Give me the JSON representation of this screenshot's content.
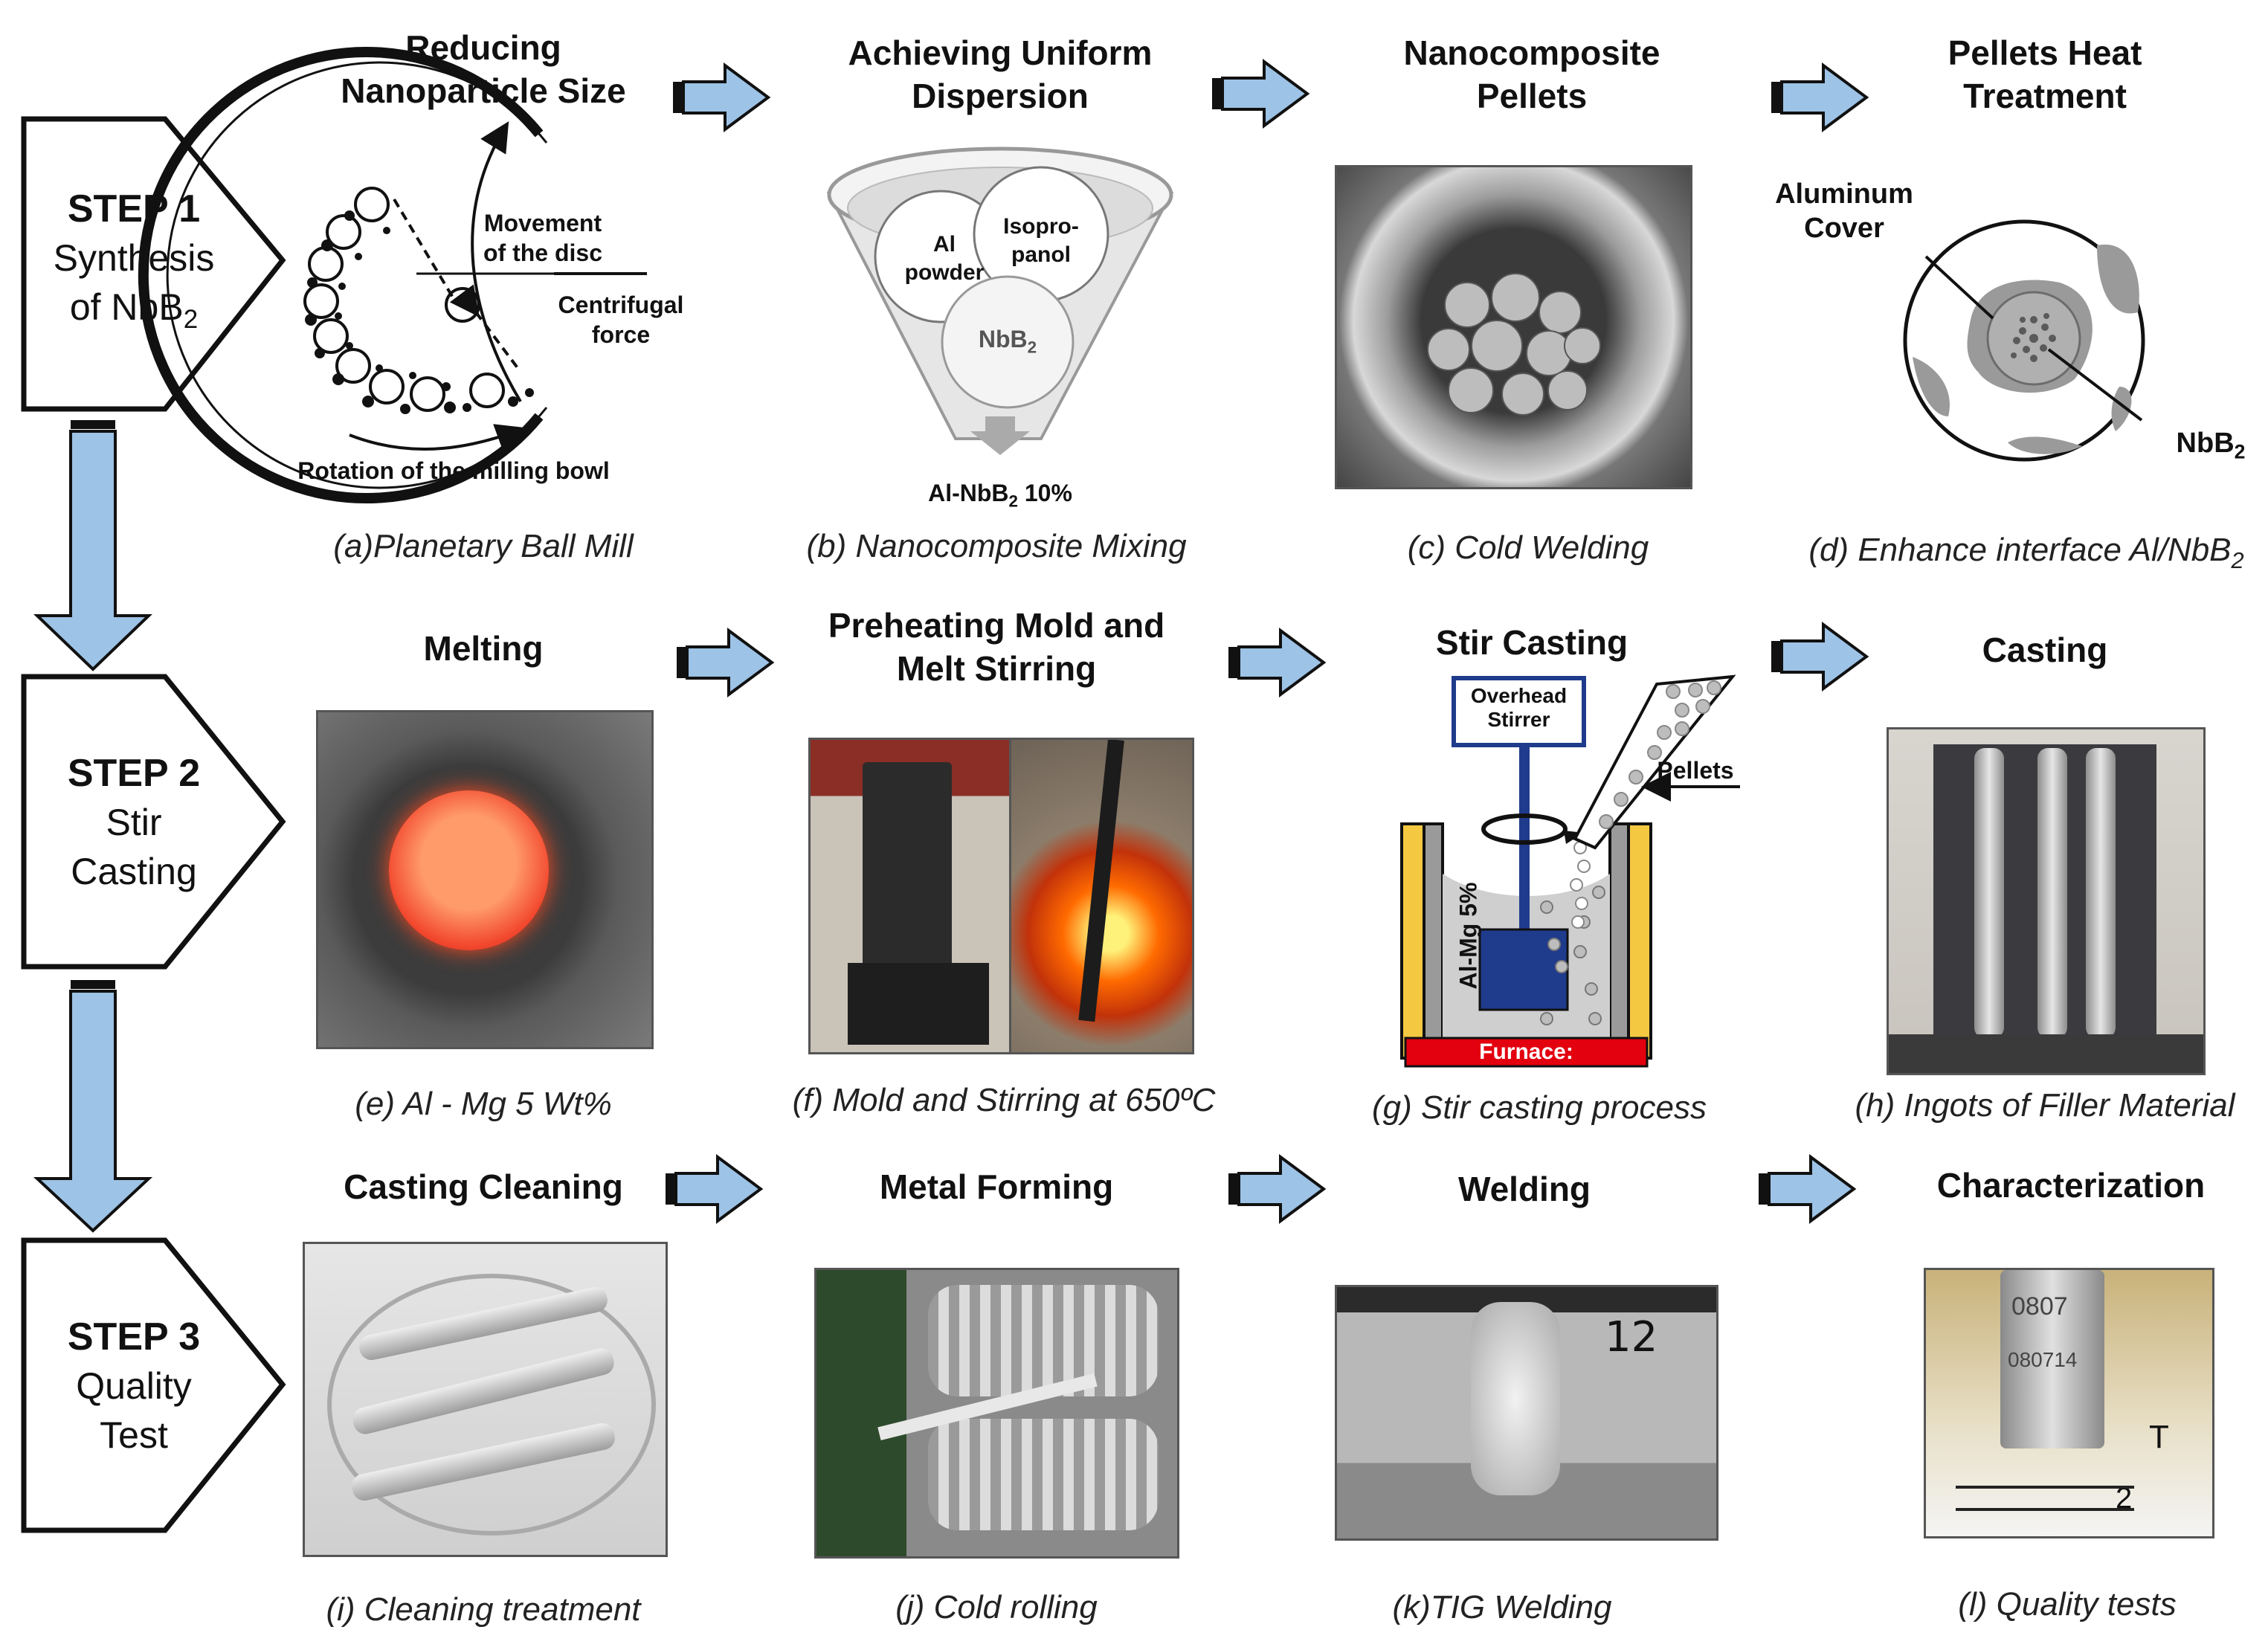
{
  "steps": [
    {
      "num": "STEP 1",
      "line1": "Synthesis",
      "line2": "of NbB",
      "line2_sub": "2"
    },
    {
      "num": "STEP 2",
      "line1": "Stir",
      "line2": "Casting"
    },
    {
      "num": "STEP 3",
      "line1": "Quality",
      "line2": "Test"
    }
  ],
  "row1": {
    "titles": {
      "a1": "Reducing",
      "a2": "Nanoparticle Size",
      "b1": "Achieving Uniform",
      "b2": "Dispersion",
      "c1": "Nanocomposite",
      "c2": "Pellets",
      "d1": "Pellets Heat",
      "d2": "Treatment"
    },
    "captions": {
      "a": "(a)Planetary Ball Mill",
      "b": "(b) Nanocomposite Mixing",
      "c": "(c) Cold Welding",
      "d_pre": "(d) Enhance interface Al/NbB",
      "d_sub": "2"
    },
    "ballmill": {
      "movement1": "Movement",
      "movement2": "of the disc",
      "force1": "Centrifugal",
      "force2": "force",
      "rotation": "Rotation of the milling bowl"
    },
    "mixing": {
      "al1": "Al",
      "al2": "powder",
      "iso1": "Isopro-",
      "iso2": "panol",
      "nbb": "NbB",
      "nbb_sub": "2",
      "result_pre": "Al-NbB",
      "result_sub": "2",
      "result_post": " 10%"
    },
    "heat": {
      "cover1": "Aluminum",
      "cover2": "Cover",
      "nbb": "NbB",
      "nbb_sub": "2"
    }
  },
  "row2": {
    "titles": {
      "e": "Melting",
      "f1": "Preheating Mold and",
      "f2": "Melt Stirring",
      "g": "Stir Casting",
      "h": "Casting"
    },
    "captions": {
      "e": "(e) Al - Mg 5 Wt%",
      "f": "(f) Mold and Stirring at 650ºC",
      "g": "(g) Stir casting process",
      "h": "(h) Ingots of Filler Material"
    },
    "stir": {
      "stirrer1": "Overhead",
      "stirrer2": "Stirrer",
      "pellets": "Pellets",
      "alloy": "Al-Mg 5%",
      "furnace": "Furnace:"
    }
  },
  "row3": {
    "titles": {
      "i": "Casting Cleaning",
      "j": "Metal Forming",
      "k": "Welding",
      "l": "Characterization"
    },
    "captions": {
      "i": "(i) Cleaning treatment",
      "j": "(j) Cold rolling",
      "k": "(k)TIG Welding",
      "l": "(l) Quality tests"
    },
    "photo_text": {
      "weld_number": "12",
      "test_stamp1": "0807",
      "test_stamp2": "080714",
      "test_mark1": "T",
      "test_mark2": "2"
    }
  },
  "colors": {
    "arrow_fill": "#9dc3e6",
    "arrow_stroke": "#1a1a1a",
    "furnace_red": "#e3000f",
    "stirrer_blue": "#1f3b8c",
    "crucible_gold": "#f5c842"
  }
}
